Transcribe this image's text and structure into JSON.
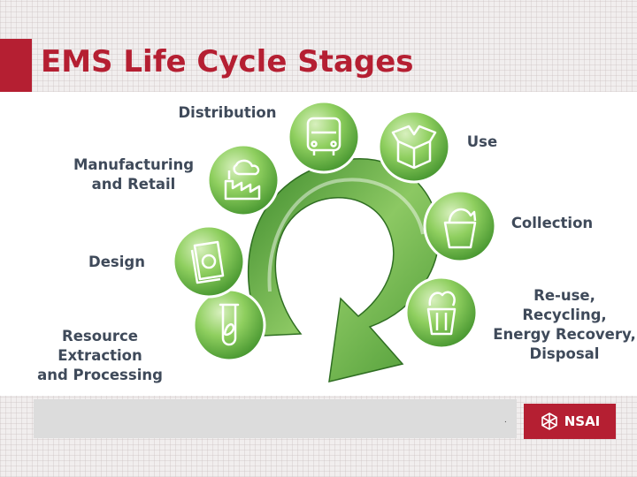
{
  "title": "EMS Life Cycle Stages",
  "stages": [
    {
      "label": "Resource Extraction\nand Processing",
      "icon": "test-tube-leaf-icon"
    },
    {
      "label": "Design",
      "icon": "design-document-icon"
    },
    {
      "label": "Manufacturing\nand Retail",
      "icon": "factory-icon"
    },
    {
      "label": "Distribution",
      "icon": "bus-icon"
    },
    {
      "label": "Use",
      "icon": "open-box-icon"
    },
    {
      "label": "Collection",
      "icon": "collection-bin-icon"
    },
    {
      "label": "Re-use, Recycling,\nEnergy Recovery,\nDisposal",
      "icon": "recycle-bin-icon"
    }
  ],
  "footer": {
    "dot": ".",
    "logo_text": "NSAI"
  },
  "colors": {
    "brand_red": "#b51f32",
    "green_dark": "#3d8a2c",
    "green_light": "#a8d77e",
    "label": "#3f4a5a"
  }
}
